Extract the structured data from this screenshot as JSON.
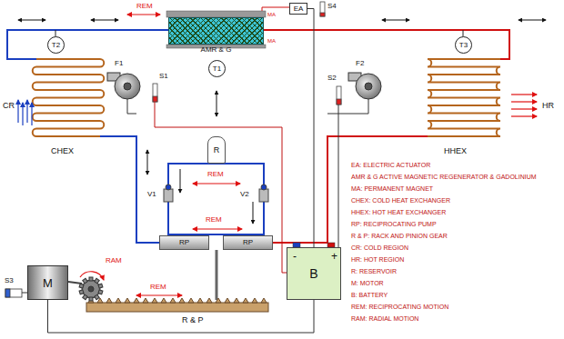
{
  "diagram": {
    "nodes": [
      {
        "text": [
          "EA"
        ]
      },
      {
        "text": [
          "AMR & G"
        ]
      },
      {
        "text": [
          "T1"
        ]
      },
      {
        "text": [
          "T2"
        ]
      },
      {
        "text": [
          "T3"
        ]
      },
      {
        "text": [
          "RP"
        ]
      },
      {
        "text": [
          "RP"
        ]
      },
      {
        "text": [
          "M"
        ]
      },
      {
        "text": [
          "-",
          "+",
          "B"
        ]
      },
      {
        "text": [
          "R"
        ]
      }
    ],
    "edges": [
      {
        "from": 8,
        "to": 0,
        "arrow": "none"
      },
      {
        "from": 8,
        "to": 7,
        "arrow": "none"
      }
    ],
    "labels": [
      "REM",
      "MA",
      "MA",
      "S4",
      "CR",
      "HR",
      "F1",
      "F2",
      "S1",
      "S2",
      "CHEX",
      "HHEX",
      "V1",
      "V2",
      "REM",
      "REM",
      "S3",
      "RAM",
      "REM",
      "R & P",
      "EA: ELECTRIC ACTUATOR",
      "AMR & G ACTIVE MAGNETIC REGENERATOR & GADOLINIUM",
      "MA: PERMANENT MAGNET",
      "CHEX: COLD HEAT EXCHANGER",
      "HHEX: HOT HEAT EXCHANGER",
      "RP: RECIPROCATING PUMP",
      "R & P: RACK AND PINION GEAR",
      "CR: COLD REGION",
      "HR: HOT REGION",
      "R: RESERVOIR",
      "M: MOTOR",
      "B: BATTERY",
      "REM: RECIPROCATING MOTION",
      "RAM: RADIAL MOTION"
    ]
  }
}
